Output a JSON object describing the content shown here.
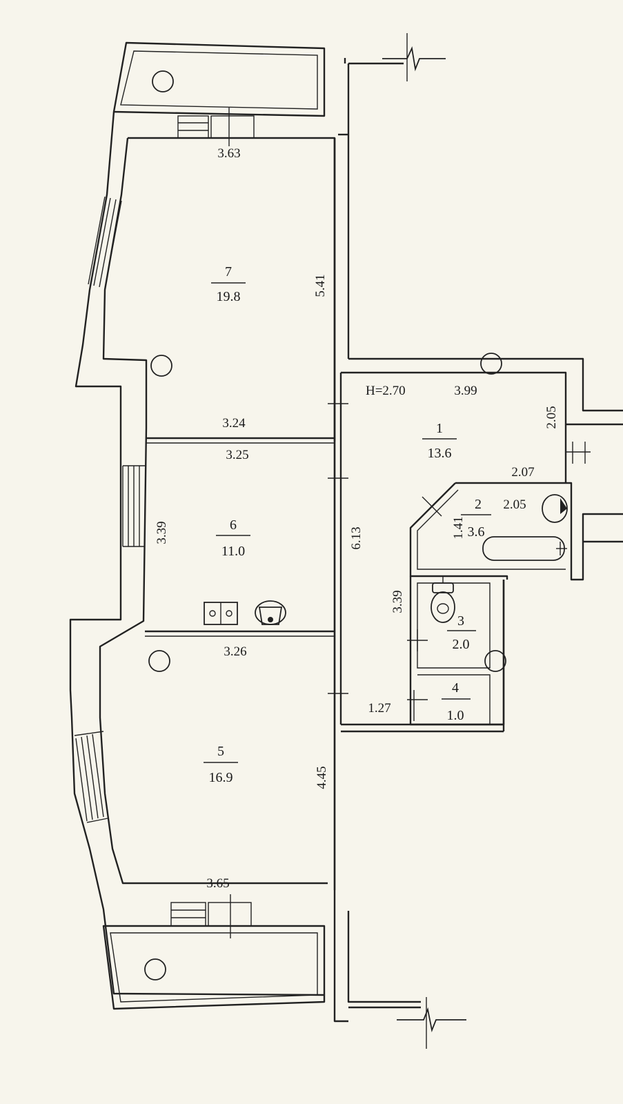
{
  "plan": {
    "height_label": "H=2.70",
    "rooms": [
      {
        "number": "1",
        "area": "13.6"
      },
      {
        "number": "2",
        "area": "3.6"
      },
      {
        "number": "3",
        "area": "2.0"
      },
      {
        "number": "4",
        "area": "1.0"
      },
      {
        "number": "5",
        "area": "16.9"
      },
      {
        "number": "6",
        "area": "11.0"
      },
      {
        "number": "7",
        "area": "19.8"
      }
    ],
    "dimensions": {
      "r7_top": "3.63",
      "r7_side": "5.41",
      "r7_bottom": "3.24",
      "r6_top": "3.25",
      "r6_side": "3.39",
      "r6_bottom": "3.26",
      "corridor": "6.13",
      "hall_top": "3.99",
      "hall_side": "2.05",
      "hall_bottom": "2.07",
      "bath_width": "2.05",
      "bath_side": "1.41",
      "wc_side": "3.39",
      "closet_width": "1.27",
      "r5_side": "4.45",
      "r5_bottom": "3.65"
    }
  }
}
